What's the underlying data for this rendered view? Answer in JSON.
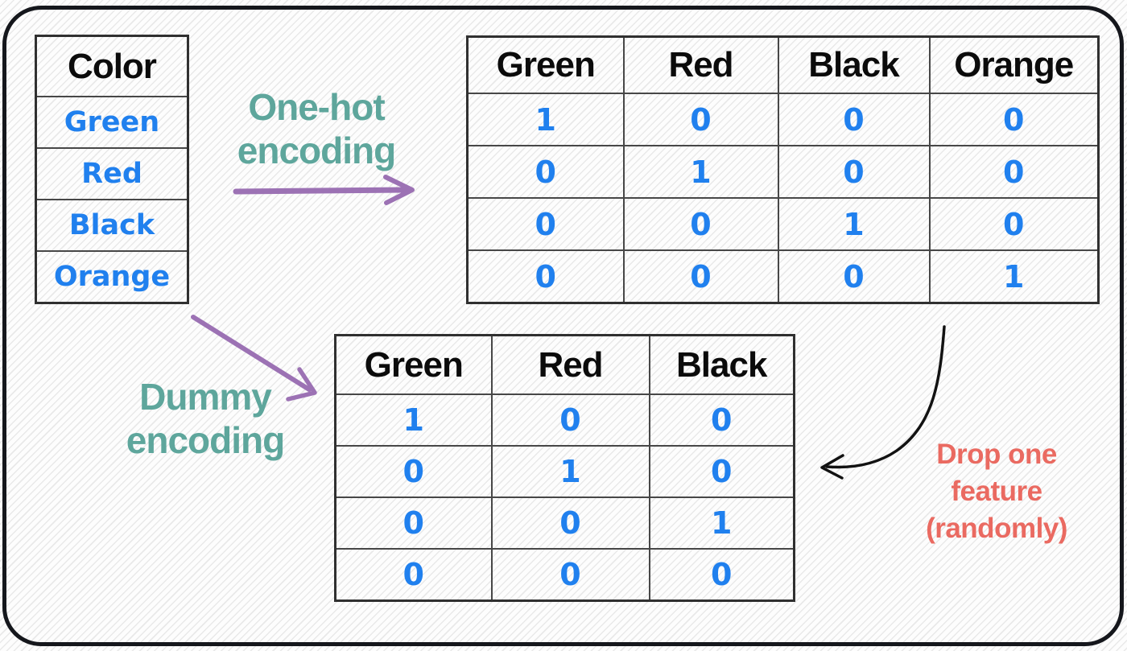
{
  "canvas": {
    "colors": {
      "value_blue": "#2080ee",
      "label_teal": "#5ea69c",
      "arrow_purple": "#9c72b4",
      "note_salmon": "#ea6a61",
      "frame_ink": "#15171c"
    }
  },
  "color_table": {
    "header": "Color",
    "values": [
      "Green",
      "Red",
      "Black",
      "Orange"
    ]
  },
  "onehot": {
    "label_line1": "One-hot",
    "label_line2": "encoding",
    "headers": [
      "Green",
      "Red",
      "Black",
      "Orange"
    ],
    "rows": [
      [
        "1",
        "0",
        "0",
        "0"
      ],
      [
        "0",
        "1",
        "0",
        "0"
      ],
      [
        "0",
        "0",
        "1",
        "0"
      ],
      [
        "0",
        "0",
        "0",
        "1"
      ]
    ]
  },
  "dummy": {
    "label_line1": "Dummy",
    "label_line2": "encoding",
    "headers": [
      "Green",
      "Red",
      "Black"
    ],
    "rows": [
      [
        "1",
        "0",
        "0"
      ],
      [
        "0",
        "1",
        "0"
      ],
      [
        "0",
        "0",
        "1"
      ],
      [
        "0",
        "0",
        "0"
      ]
    ]
  },
  "drop_note": {
    "line1": "Drop one",
    "line2": "feature",
    "line3": "(randomly)"
  }
}
